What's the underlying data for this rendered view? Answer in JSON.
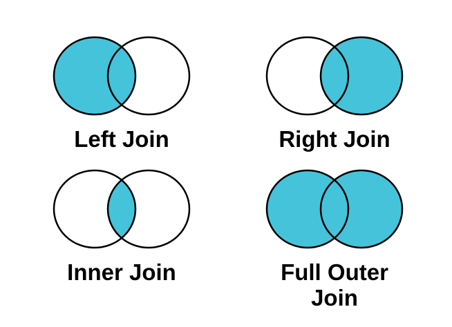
{
  "page": {
    "background": "#ffffff"
  },
  "colors": {
    "fill": "#45c3db",
    "empty": "#ffffff",
    "stroke": "#000000",
    "label_text": "#000000"
  },
  "diagrams": [
    {
      "id": "left-join",
      "label": "Left Join",
      "regions": {
        "left": true,
        "right": false,
        "intersection": true
      }
    },
    {
      "id": "right-join",
      "label": "Right Join",
      "regions": {
        "left": false,
        "right": true,
        "intersection": true
      }
    },
    {
      "id": "inner-join",
      "label": "Inner Join",
      "regions": {
        "left": false,
        "right": false,
        "intersection": true
      }
    },
    {
      "id": "full-outer-join",
      "label": "Full Outer Join",
      "regions": {
        "left": true,
        "right": true,
        "intersection": true
      }
    }
  ]
}
